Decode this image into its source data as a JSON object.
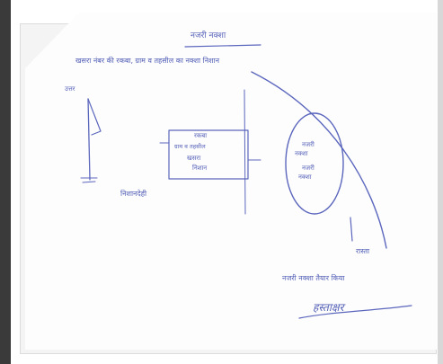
{
  "document": {
    "title": "नजरी नक्शा",
    "subtitle": "खसरा नंबर की रकबा, ग्राम व तहसील का नक्शा निशान",
    "flag_mark": "उत्तर",
    "flag_label": "निशानदेही",
    "plot_box_lines": [
      "रकबा",
      "ग्राम व तहसील",
      "खसरा",
      "निशान"
    ],
    "oval_upper": [
      "नजरी",
      "नक्शा"
    ],
    "oval_lower": [
      "नजरी",
      "नक्शा"
    ],
    "road_label": "रास्ता",
    "footer_note": "नजरी नक्शा तैयार किया",
    "signature": "हस्ताक्षर",
    "colors": {
      "ink": "#5561b8",
      "paper": "#fdfdfd",
      "frame": "#3a3a3a"
    }
  }
}
